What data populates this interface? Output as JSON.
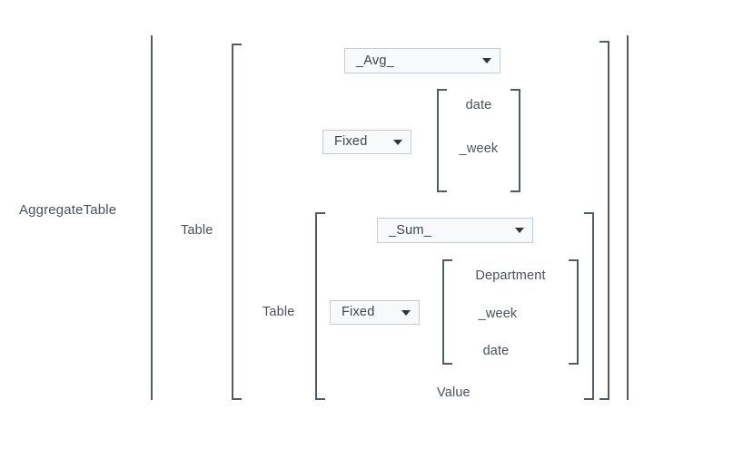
{
  "expression": {
    "head_label": "AggregateTable",
    "outer_table_label": "Table",
    "inner_table_label": "Table",
    "value_label": "Value",
    "avg_aggregator": {
      "name": "aggregator-popup-avg",
      "value": "_Avg_",
      "caret": "chevron-down-icon"
    },
    "avg_fixed": {
      "name": "binning-popup-fixed-1",
      "value": "Fixed",
      "caret": "chevron-down-icon"
    },
    "avg_group_keys": [
      "date",
      "_week"
    ],
    "sum_aggregator": {
      "name": "aggregator-popup-sum",
      "value": "_Sum_",
      "caret": "chevron-down-icon"
    },
    "sum_fixed": {
      "name": "binning-popup-fixed-2",
      "value": "Fixed",
      "caret": "chevron-down-icon"
    },
    "sum_group_keys": [
      "Department",
      "_week",
      "date"
    ]
  },
  "colors": {
    "bracket": "#555b63",
    "text": "#4a5059",
    "popup_fill": "#f7f9fb",
    "popup_border": "#c3ccd6",
    "caret": "#2f353c",
    "background": "#ffffff"
  }
}
